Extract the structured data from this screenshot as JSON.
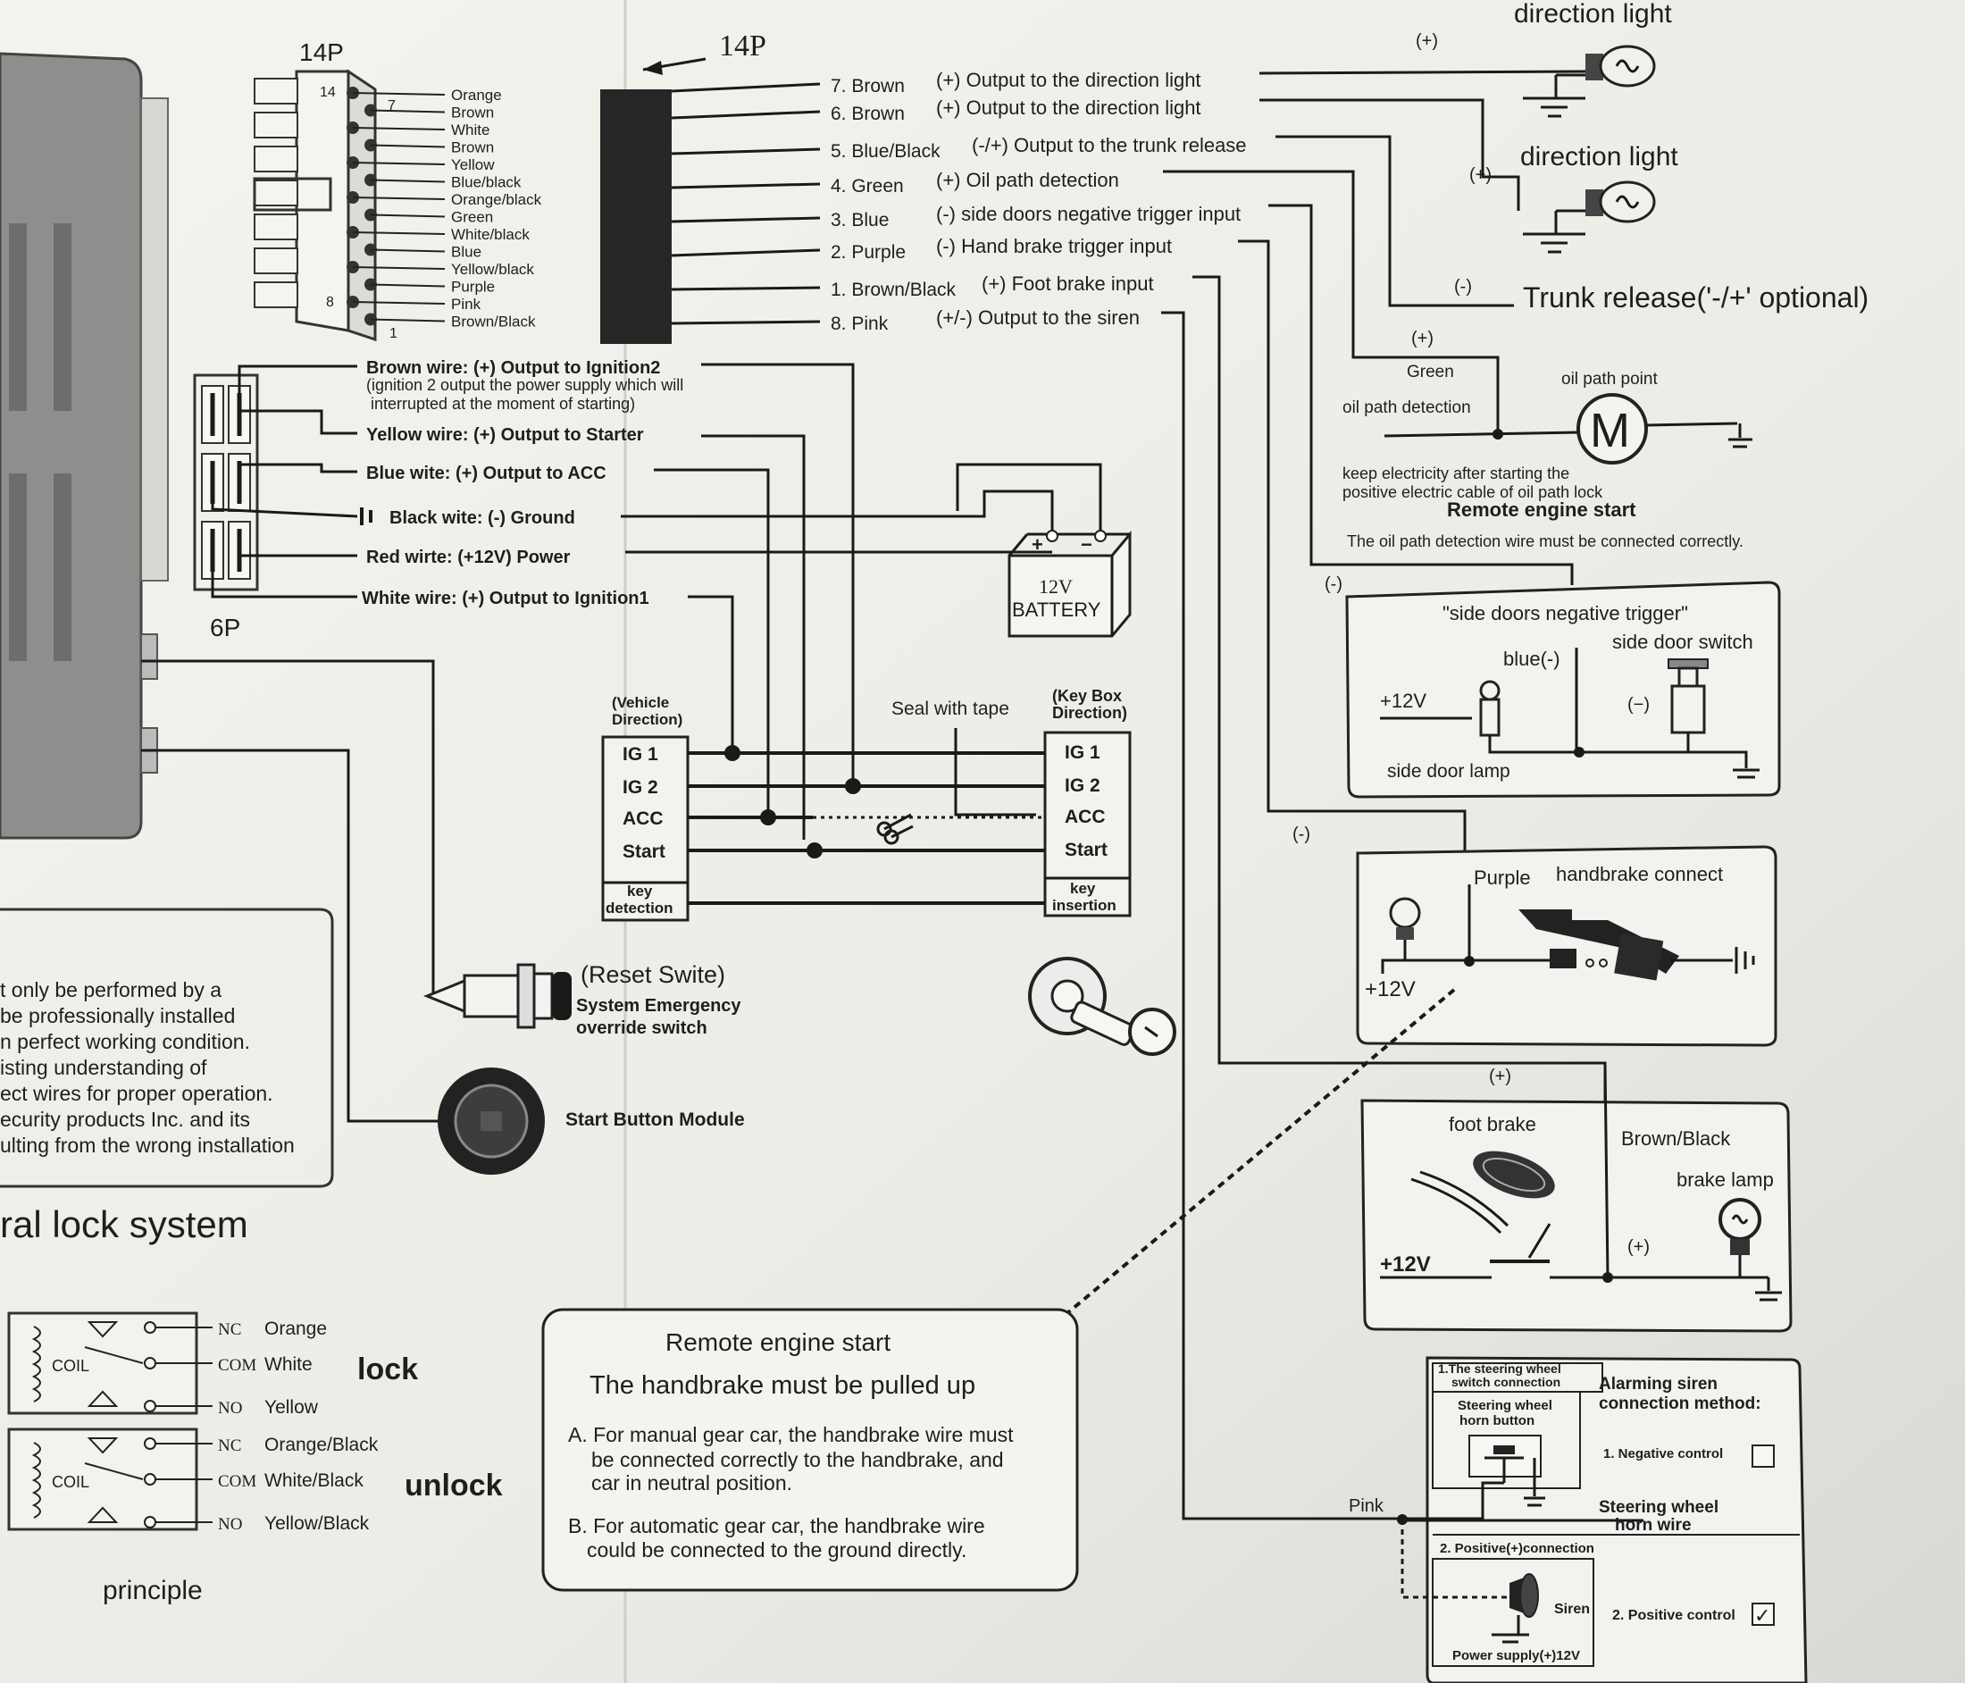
{
  "conn14p": {
    "label_left": "14P",
    "label_right": "14P",
    "pin_top": "14",
    "pin_7": "7",
    "pin_8": "8",
    "pin_1": "1",
    "colors": [
      "Orange",
      "Brown",
      "White",
      "Brown",
      "Yellow",
      "Blue/black",
      "Orange/black",
      "Green",
      "White/black",
      "Blue",
      "Yellow/black",
      "Purple",
      "Pink",
      "Brown/Black"
    ]
  },
  "outputs": [
    {
      "num": "7. Brown",
      "desc": "(+) Output to the direction light"
    },
    {
      "num": "6. Brown",
      "desc": "(+) Output to the direction light"
    },
    {
      "num": "5. Blue/Black",
      "desc": "(-/+) Output to the trunk release"
    },
    {
      "num": "4. Green",
      "desc": "(+) Oil path detection"
    },
    {
      "num": "3. Blue",
      "desc": "(-) side doors negative  trigger input"
    },
    {
      "num": "2. Purple",
      "desc": "(-) Hand brake trigger input"
    },
    {
      "num": "1. Brown/Black",
      "desc": "(+) Foot brake input"
    },
    {
      "num": "8. Pink",
      "desc": "(+/-) Output to the siren"
    }
  ],
  "right_top": {
    "dir_light_1": "direction light",
    "dir_light_2": "direction light",
    "plus_1": "(+)",
    "plus_2": "(+)",
    "minus_trunk": "(-)",
    "trunk": "Trunk release('-/+' optional)",
    "plus_green": "(+)",
    "green": "Green",
    "oil_path_detection": "oil path detection",
    "oil_path_point": "oil path point",
    "motor": "M",
    "keep_1": "keep electricity after starting the",
    "keep_2": "positive electric cable of oil path lock",
    "remote_start": "Remote engine start",
    "oil_note": "The oil path detection wire must be connected correctly."
  },
  "conn6p": {
    "label": "6P",
    "wires": [
      {
        "name": "Brown wire:",
        "desc": "(+) Output to Ignition2"
      },
      {
        "name": "Yellow wire:",
        "desc": "(+) Output to Starter"
      },
      {
        "name": "Blue wite:",
        "desc": "(+) Output to ACC"
      },
      {
        "name": "Black wite:",
        "desc": "(-) Ground"
      },
      {
        "name": "Red wirte:",
        "desc": "(+12V) Power"
      },
      {
        "name": "White wire:",
        "desc": "(+) Output to Ignition1"
      }
    ],
    "note_1": "(ignition 2 output the power supply which will",
    "note_2": "interrupted at the moment of starting)"
  },
  "battery": {
    "v": "12V",
    "label": "BATTERY",
    "plus": "+",
    "minus": "−"
  },
  "ignition": {
    "vehicle_1": "(Vehicle",
    "vehicle_2": "Direction)",
    "keybox_1": "(Key Box",
    "keybox_2": "Direction)",
    "seal": "Seal with tape",
    "rows": [
      "IG 1",
      "IG 2",
      "ACC",
      "Start"
    ],
    "key_det_1": "key",
    "key_det_2": "detection",
    "key_ins_1": "key",
    "key_ins_2": "insertion"
  },
  "reset": {
    "title": "(Reset Swite)",
    "l1": "System Emergency",
    "l2": "override switch"
  },
  "start_button": "Start Button Module",
  "warning": [
    "t only be performed by a",
    "be professionally installed",
    "n perfect working condition.",
    "isting understanding of",
    "ect wires for proper operation.",
    "ecurity products Inc. and its",
    "ulting from the wrong installation"
  ],
  "lock_system": {
    "title": "ral lock system",
    "coil": "COIL",
    "nc": "NC",
    "com": "COM",
    "no": "NO",
    "lock": "lock",
    "unlock": "unlock",
    "lock_colors": [
      "Orange",
      "White",
      "Yellow"
    ],
    "unlock_colors": [
      "Orange/Black",
      "White/Black",
      "Yellow/Black"
    ],
    "principle": "principle"
  },
  "side_doors": {
    "minus_top": "(-)",
    "title": "\"side doors negative trigger\"",
    "blue": "blue(-)",
    "switch": "side door switch",
    "v12": "+12V",
    "minus": "(−)",
    "lamp": "side door lamp"
  },
  "handbrake": {
    "minus": "(-)",
    "purple": "Purple",
    "title": "handbrake connect",
    "v12": "+12V"
  },
  "footbrake": {
    "plus": "(+)",
    "title": "foot brake",
    "bb": "Brown/Black",
    "lamp": "brake lamp",
    "v12": "+12V",
    "plus2": "(+)"
  },
  "siren": {
    "pink": "Pink",
    "h1a": "1.The steering wheel",
    "h1b": "switch connection",
    "horn_1": "Steering wheel",
    "horn_2": "horn button",
    "method_1": "Alarming siren",
    "method_2": "connection method:",
    "neg": "1. Negative control",
    "wheel_1": "Steering wheel",
    "wheel_2": "horn wire",
    "pos_head": "2. Positive(+)connection",
    "siren": "Siren",
    "pos": "2. Positive control",
    "check": "✓",
    "supply": "Power supply(+)12V"
  },
  "remote_box": {
    "title": "Remote  engine start",
    "sub": "The handbrake must be pulled up",
    "a1": "A. For manual gear car, the handbrake wire must",
    "a2": "be connected correctly to the handbrake, and",
    "a3": "car in neutral position.",
    "b1": "B. For automatic gear car, the handbrake wire",
    "b2": "could be connected to the ground directly."
  }
}
